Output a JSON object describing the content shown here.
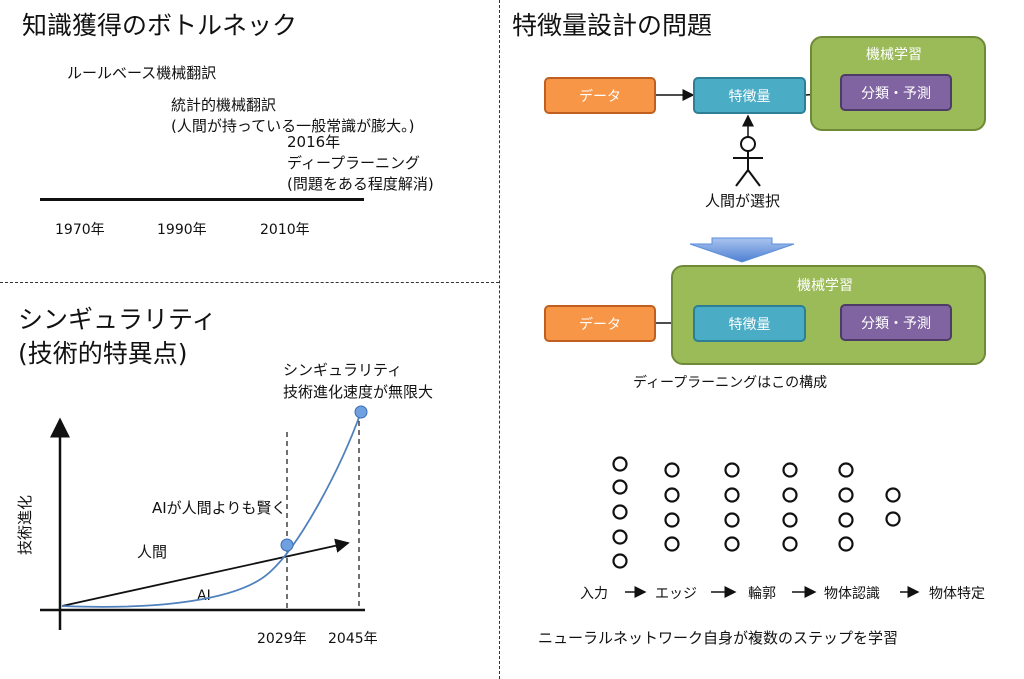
{
  "top_left": {
    "title": "知識獲得のボトルネック",
    "items": [
      "ルールベース機械翻訳",
      "統計的機械翻訳",
      "(人間が持っている一般常識が膨大。)",
      "2016年",
      "ディープラーニング",
      "(問題をある程度解消)"
    ],
    "years": [
      "1970年",
      "1990年",
      "2010年"
    ]
  },
  "bottom_left": {
    "title1": "シンギュラリティ",
    "title2": "(技術的特異点)",
    "annot1": "シンギュラリティ",
    "annot2": "技術進化速度が無限大",
    "annot3": "AIが人間よりも賢く",
    "human": "人間",
    "ai": "AI",
    "ylabel": "技術進化",
    "x1": "2029年",
    "x2": "2045年"
  },
  "right": {
    "title": "特徴量設計の問題",
    "ml": "機械学習",
    "data": "データ",
    "feature": "特徴量",
    "classify": "分類・予測",
    "human_select": "人間が選択",
    "ml2": "機械学習",
    "data2": "データ",
    "feature2": "特徴量",
    "classify2": "分類・予測",
    "dl_caption": "ディープラーニングはこの構成",
    "layers": [
      "入力",
      "エッジ",
      "輪郭",
      "物体認識",
      "物体特定"
    ],
    "nn_caption": "ニューラルネットワーク自身が複数のステップを学習"
  },
  "colors": {
    "data": "#f79646",
    "feature": "#4bacc6",
    "classify": "#8064a2",
    "ml": "#9bbb59",
    "arrow": "#5b8fd9",
    "curve": "#4f81bd"
  }
}
